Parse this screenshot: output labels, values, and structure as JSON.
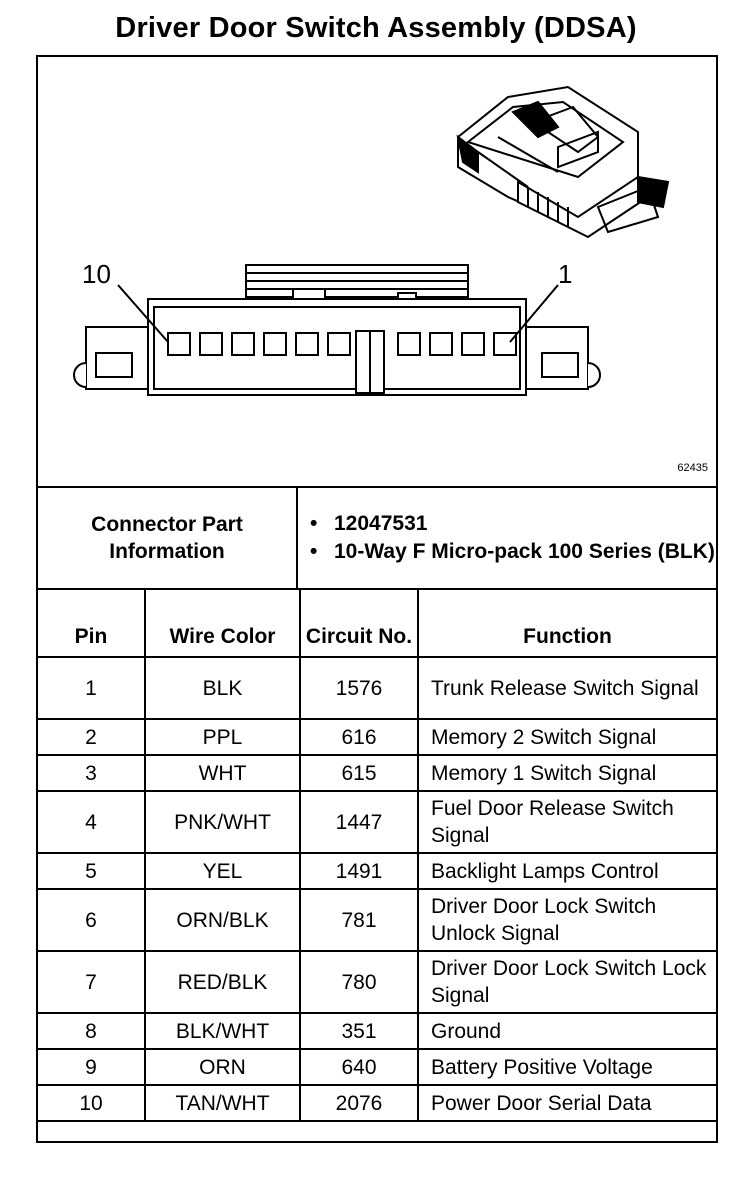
{
  "title": "Driver Door Switch Assembly (DDSA)",
  "diagram": {
    "pin_label_left": "10",
    "pin_label_right": "1",
    "figure_id": "62435"
  },
  "connector_info": {
    "label": "Connector Part Information",
    "items": [
      "12047531",
      "10-Way F Micro-pack 100 Series (BLK)"
    ]
  },
  "table": {
    "headers": {
      "pin": "Pin",
      "wire_color": "Wire Color",
      "circuit": "Circuit No.",
      "function": "Function"
    },
    "rows": [
      {
        "pin": "1",
        "wire": "BLK",
        "circuit": "1576",
        "function": "Trunk Release Switch Signal"
      },
      {
        "pin": "2",
        "wire": "PPL",
        "circuit": "616",
        "function": "Memory 2 Switch Signal"
      },
      {
        "pin": "3",
        "wire": "WHT",
        "circuit": "615",
        "function": "Memory 1 Switch Signal"
      },
      {
        "pin": "4",
        "wire": "PNK/WHT",
        "circuit": "1447",
        "function": "Fuel Door Release Switch Signal"
      },
      {
        "pin": "5",
        "wire": "YEL",
        "circuit": "1491",
        "function": "Backlight Lamps Control"
      },
      {
        "pin": "6",
        "wire": "ORN/BLK",
        "circuit": "781",
        "function": "Driver Door Lock Switch Unlock Signal"
      },
      {
        "pin": "7",
        "wire": "RED/BLK",
        "circuit": "780",
        "function": "Driver Door Lock Switch Lock Signal"
      },
      {
        "pin": "8",
        "wire": "BLK/WHT",
        "circuit": "351",
        "function": "Ground"
      },
      {
        "pin": "9",
        "wire": "ORN",
        "circuit": "640",
        "function": "Battery Positive Voltage"
      },
      {
        "pin": "10",
        "wire": "TAN/WHT",
        "circuit": "2076",
        "function": "Power Door Serial Data"
      }
    ]
  }
}
